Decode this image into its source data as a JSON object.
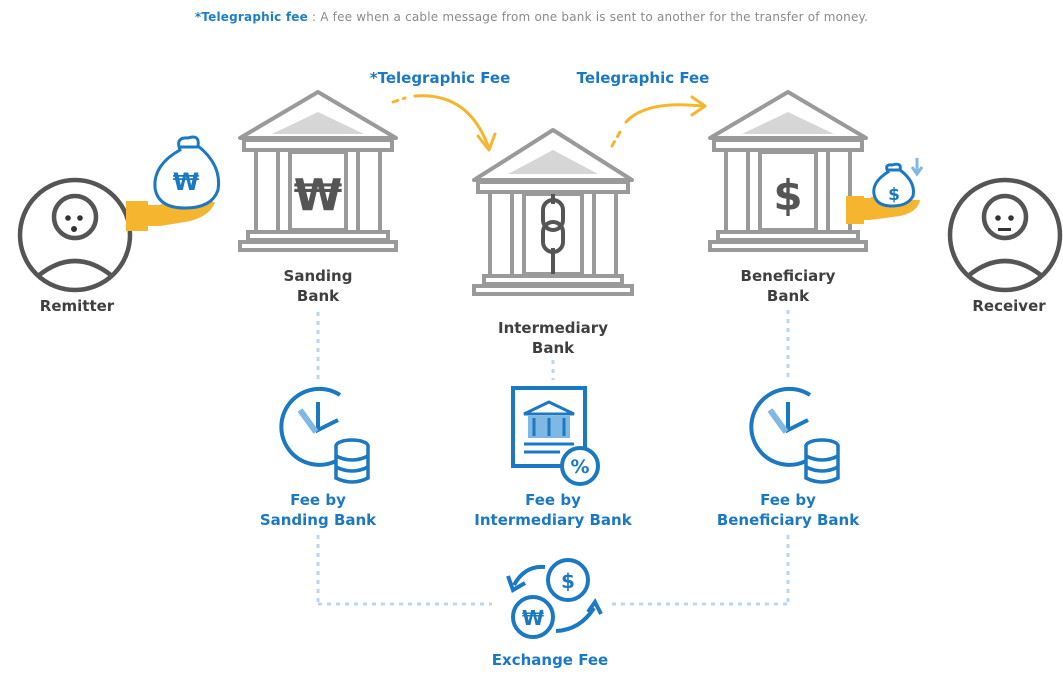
{
  "note": {
    "term": "*Telegraphic fee",
    "separator": " : ",
    "text": "A fee when a cable message from one bank is sent to another for the transfer of money."
  },
  "arrows": {
    "left_label": "*Telegraphic Fee",
    "right_label": "Telegraphic Fee"
  },
  "people": {
    "remitter": "Remitter",
    "receiver": "Receiver"
  },
  "banks": {
    "sending": "Sanding\nBank",
    "intermediary": "Intermediary\nBank",
    "beneficiary": "Beneficiary\nBank"
  },
  "fees": {
    "sending": "Fee by\nSanding Bank",
    "intermediary": "Fee by\nIntermediary Bank",
    "beneficiary": "Fee by\nBeneficiary Bank",
    "exchange": "Exchange Fee"
  },
  "symbols": {
    "won": "₩",
    "dollar": "$",
    "percent": "%"
  },
  "colors": {
    "blue": "#1b78c2",
    "light_blue": "#7fb8e3",
    "gray": "#9a9a9a",
    "dark_gray": "#555555",
    "yellow": "#f5b52e"
  }
}
